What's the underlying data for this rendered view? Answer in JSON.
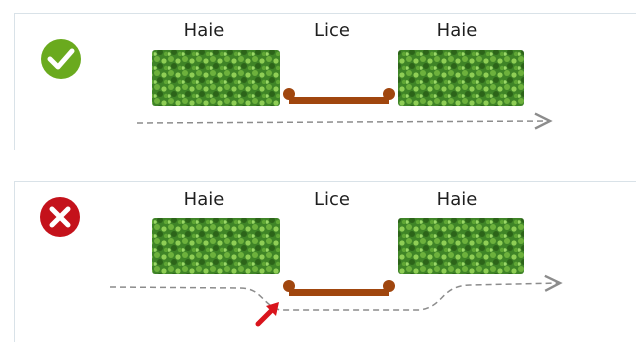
{
  "scenarios": [
    {
      "status": "correct",
      "status_icon": "check-circle-icon",
      "status_color": "#6aaa1e",
      "labels": {
        "left_hedge": "Haie",
        "gate": "Lice",
        "right_hedge": "Haie"
      }
    },
    {
      "status": "incorrect",
      "status_icon": "cross-circle-icon",
      "status_color": "#c4121b",
      "labels": {
        "left_hedge": "Haie",
        "gate": "Lice",
        "right_hedge": "Haie"
      },
      "pointer_icon": "red-arrow-icon"
    }
  ],
  "colors": {
    "hedge_dark": "#2f6b1e",
    "hedge_light": "#7cc04a",
    "gate_bar": "#a0460e",
    "path_dash": "#8c8c8c",
    "pointer": "#d9141c"
  }
}
